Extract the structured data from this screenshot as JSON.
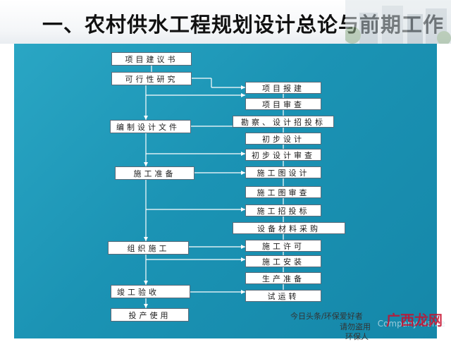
{
  "slide": {
    "title": "一、农村供水工程规划设计总论与前期工作"
  },
  "left_steps": [
    {
      "label": "项目建议书"
    },
    {
      "label": "可行性研究"
    },
    {
      "label": "编制设计文件"
    },
    {
      "label": "施工准备"
    },
    {
      "label": "组织施工"
    },
    {
      "label": "竣工验收"
    },
    {
      "label": "投产使用"
    }
  ],
  "right_steps": [
    {
      "label": "项目报建"
    },
    {
      "label": "项目审查"
    },
    {
      "label": "勘察、设计招投标"
    },
    {
      "label": "初步设计"
    },
    {
      "label": "初步设计审查"
    },
    {
      "label": "施工图设计"
    },
    {
      "label": "施工图审查"
    },
    {
      "label": "施工招投标"
    },
    {
      "label": "设备材料采购"
    },
    {
      "label": "施工许可"
    },
    {
      "label": "施工安装"
    },
    {
      "label": "生产准备"
    },
    {
      "label": "试运转"
    }
  ],
  "watermark": {
    "line1": "今日头条/环保爱好者",
    "line2": "请勿盗用",
    "line3": "环保人",
    "brand": "广西龙网",
    "ghost": "Company Name"
  },
  "colors": {
    "panel": "#1b93b4",
    "box_fill": "#ffffff",
    "line": "#ffffff"
  }
}
